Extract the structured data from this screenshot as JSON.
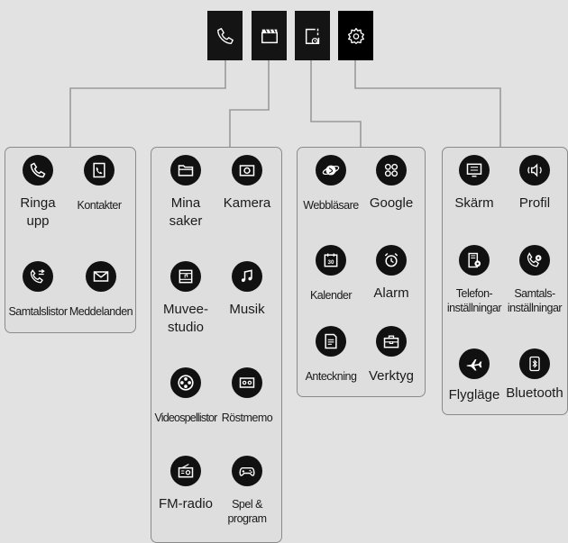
{
  "tabs": [
    {
      "icon": "phone-icon"
    },
    {
      "icon": "clapperboard-icon"
    },
    {
      "icon": "document-clock-icon"
    },
    {
      "icon": "gear-icon"
    }
  ],
  "panels": [
    {
      "items": [
        {
          "label": "Ringa\nupp",
          "icon": "phone-icon"
        },
        {
          "label": "Kontakter",
          "icon": "contacts-book-icon"
        },
        {
          "label": "Samtalslistor",
          "icon": "call-log-icon"
        },
        {
          "label": "Meddelanden",
          "icon": "envelope-icon"
        }
      ]
    },
    {
      "items": [
        {
          "label": "Mina\nsaker",
          "icon": "folder-icon"
        },
        {
          "label": "Kamera",
          "icon": "camera-icon"
        },
        {
          "label": "Muvee-\nstudio",
          "icon": "film-frame-icon"
        },
        {
          "label": "Musik",
          "icon": "music-note-icon"
        },
        {
          "label": "Videospellistor",
          "icon": "film-reel-icon"
        },
        {
          "label": "Röstmemo",
          "icon": "cassette-icon"
        },
        {
          "label": "FM-radio",
          "icon": "radio-icon"
        },
        {
          "label": "Spel &\nprogram",
          "icon": "gamepad-icon"
        }
      ]
    },
    {
      "items": [
        {
          "label": "Webbläsare",
          "icon": "globe-icon"
        },
        {
          "label": "Google",
          "icon": "google-icon"
        },
        {
          "label": "Kalender",
          "icon": "calendar-icon"
        },
        {
          "label": "Alarm",
          "icon": "alarm-clock-icon"
        },
        {
          "label": "Anteckning",
          "icon": "note-icon"
        },
        {
          "label": "Verktyg",
          "icon": "toolbox-icon"
        }
      ]
    },
    {
      "items": [
        {
          "label": "Skärm",
          "icon": "screen-icon"
        },
        {
          "label": "Profil",
          "icon": "speaker-icon"
        },
        {
          "label": "Telefon-\ninställningar",
          "icon": "phone-settings-icon"
        },
        {
          "label": "Samtals-\ninställningar",
          "icon": "call-settings-icon"
        },
        {
          "label": "Flygläge",
          "icon": "airplane-icon"
        },
        {
          "label": "Bluetooth",
          "icon": "bluetooth-icon"
        }
      ]
    }
  ],
  "calendar_day": "30"
}
